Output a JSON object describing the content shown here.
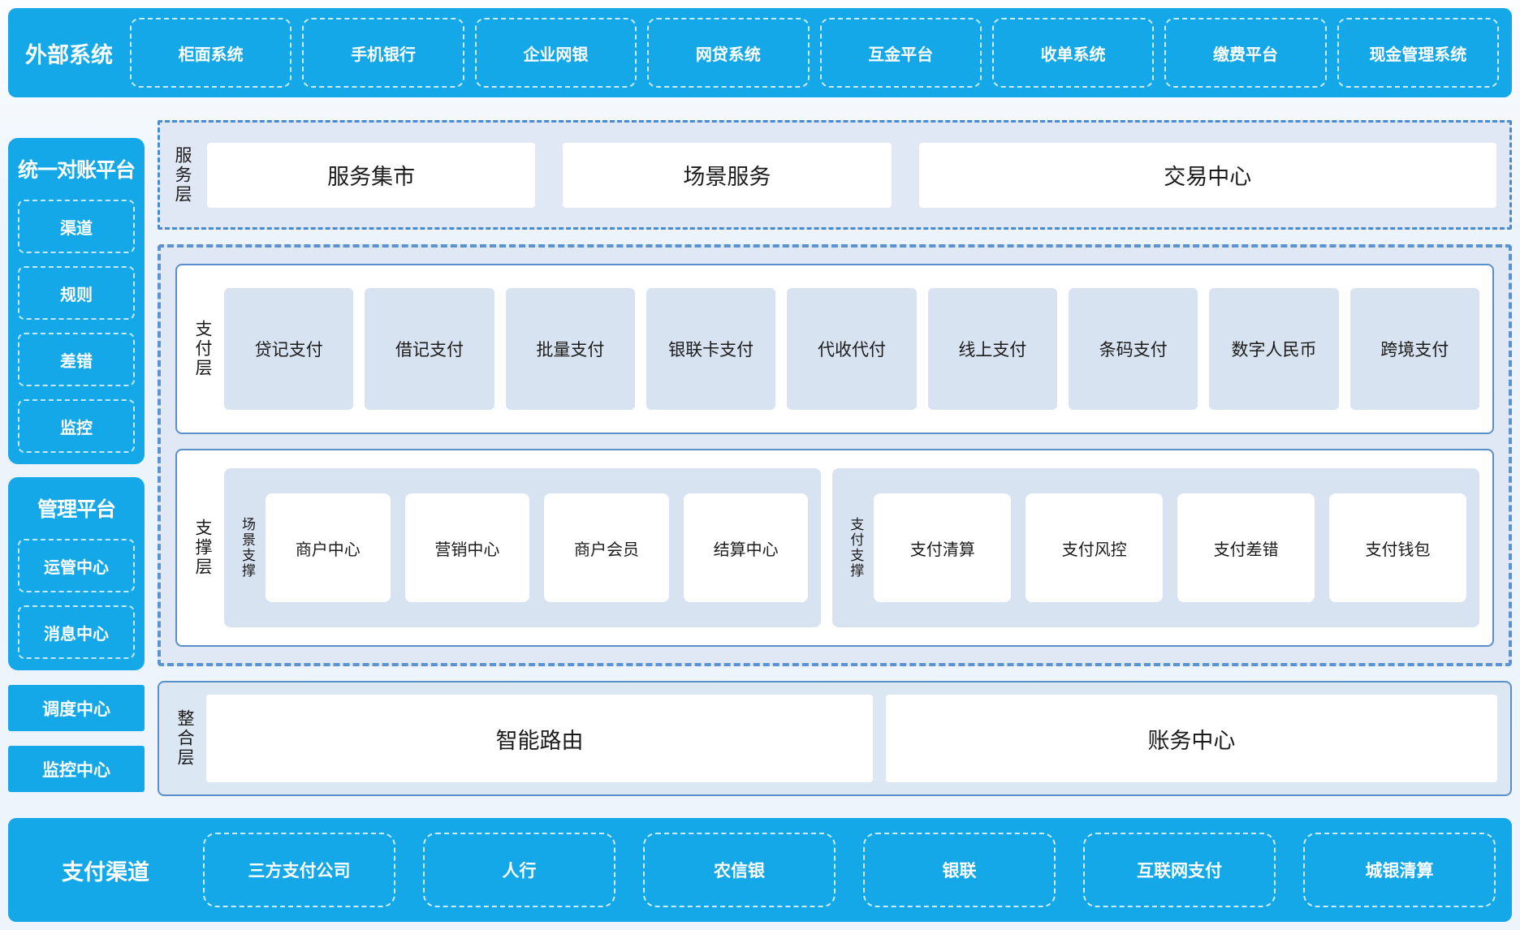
{
  "colors": {
    "accent_blue": "#14a8e9",
    "panel_bg": "#dfe8f4",
    "item_bg": "#d8e3f1",
    "solid_border": "#5b8fc9",
    "dashed_border": "#5b93d0"
  },
  "top_bar": {
    "label": "外部系统",
    "items": [
      "柜面系统",
      "手机银行",
      "企业网银",
      "网贷系统",
      "互金平台",
      "收单系统",
      "缴费平台",
      "现金管理系统"
    ]
  },
  "sidebar": {
    "blocks": [
      {
        "title": "统一对账平台",
        "items": [
          "渠道",
          "规则",
          "差错",
          "监控"
        ]
      },
      {
        "title": "管理平台",
        "items": [
          "运管中心",
          "消息中心"
        ]
      }
    ],
    "buttons": [
      "调度中心",
      "监控中心"
    ]
  },
  "layers": {
    "service": {
      "label": "服务层",
      "items": [
        "服务集市",
        "场景服务",
        "交易中心"
      ]
    },
    "payment": {
      "label": "支付层",
      "items": [
        "贷记支付",
        "借记支付",
        "批量支付",
        "银联卡支付",
        "代收代付",
        "线上支付",
        "条码支付",
        "数字人民币",
        "跨境支付"
      ]
    },
    "support": {
      "label": "支撑层",
      "groups": [
        {
          "label": "场景支撑",
          "items": [
            "商户中心",
            "营销中心",
            "商户会员",
            "结算中心"
          ]
        },
        {
          "label": "支付支撑",
          "items": [
            "支付清算",
            "支付风控",
            "支付差错",
            "支付钱包"
          ]
        }
      ]
    },
    "integration": {
      "label": "整合层",
      "items": [
        "智能路由",
        "账务中心"
      ]
    }
  },
  "bottom_bar": {
    "label": "支付渠道",
    "items": [
      "三方支付公司",
      "人行",
      "农信银",
      "银联",
      "互联网支付",
      "城银清算"
    ]
  }
}
